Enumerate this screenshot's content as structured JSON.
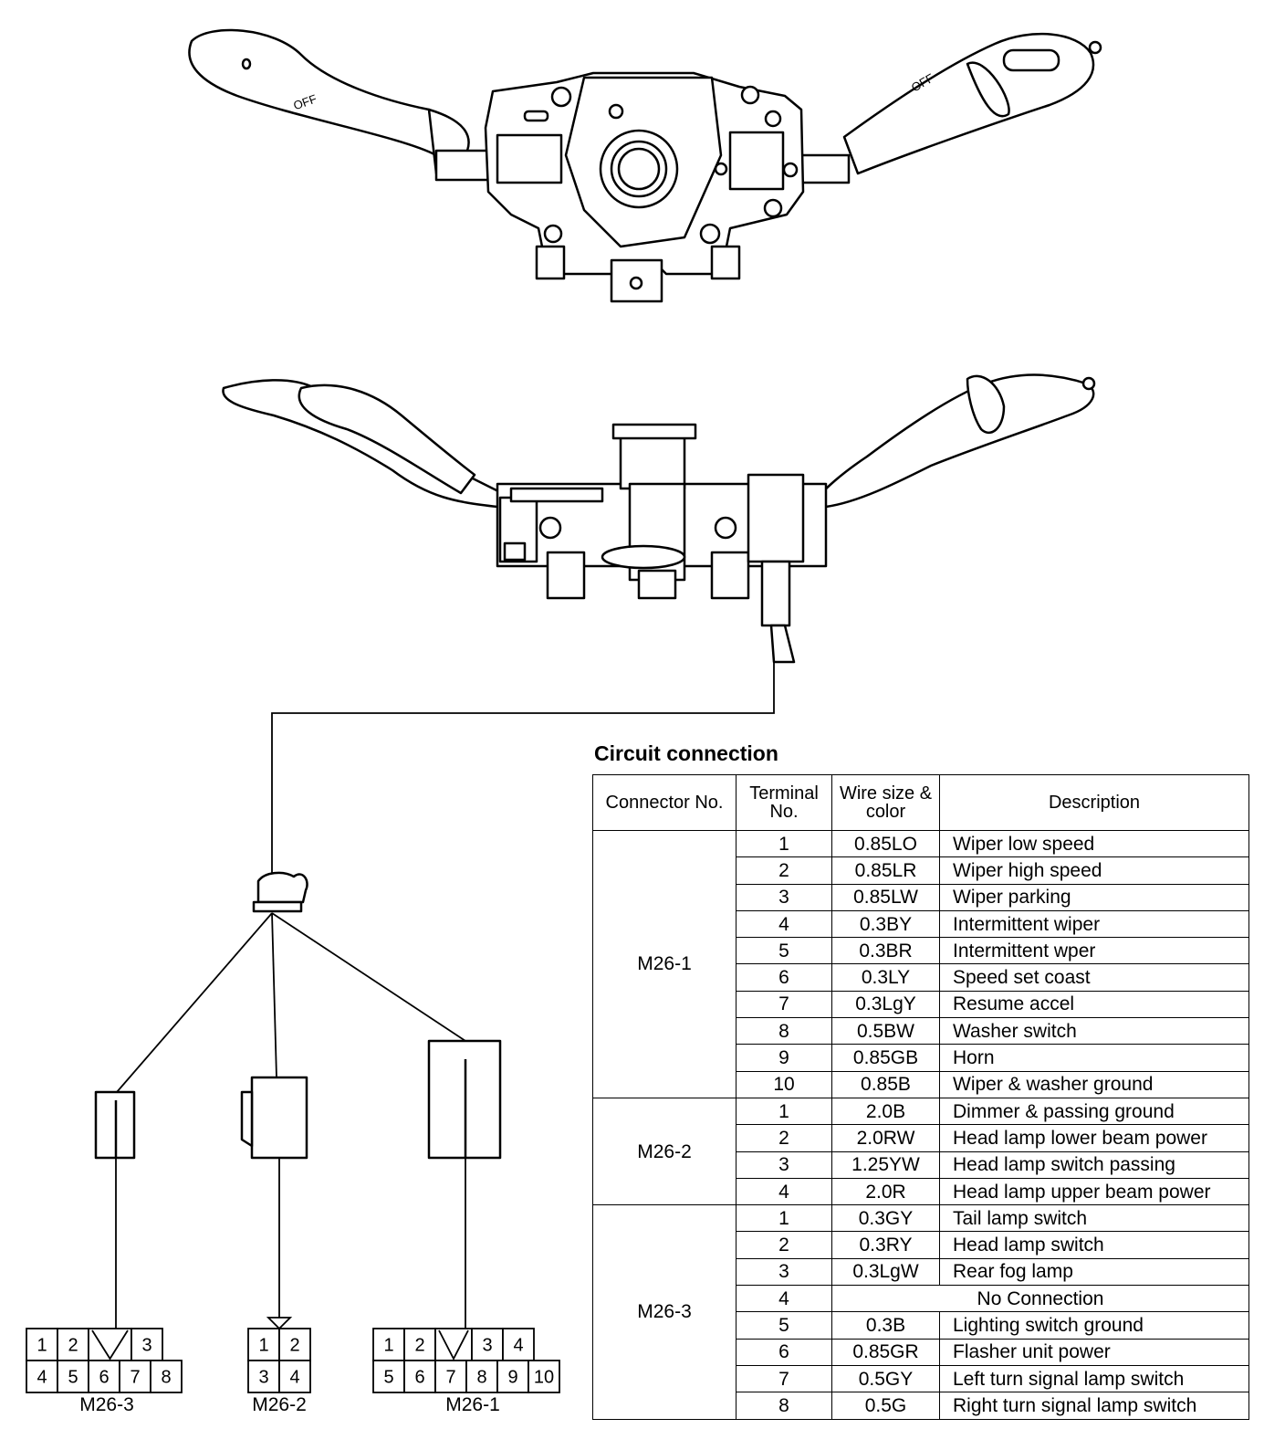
{
  "circuit": {
    "title": "Circuit connection",
    "headers": {
      "connector": "Connector No.",
      "terminal": "Terminal No.",
      "wire": "Wire size & color",
      "description": "Description"
    },
    "groups": [
      {
        "connector": "M26-1",
        "rows": [
          {
            "terminal": "1",
            "wire": "0.85LO",
            "description": "Wiper low speed"
          },
          {
            "terminal": "2",
            "wire": "0.85LR",
            "description": "Wiper high speed"
          },
          {
            "terminal": "3",
            "wire": "0.85LW",
            "description": "Wiper parking"
          },
          {
            "terminal": "4",
            "wire": "0.3BY",
            "description": "Intermittent wiper"
          },
          {
            "terminal": "5",
            "wire": "0.3BR",
            "description": "Intermittent wper"
          },
          {
            "terminal": "6",
            "wire": "0.3LY",
            "description": "Speed set coast"
          },
          {
            "terminal": "7",
            "wire": "0.3LgY",
            "description": "Resume accel"
          },
          {
            "terminal": "8",
            "wire": "0.5BW",
            "description": "Washer switch"
          },
          {
            "terminal": "9",
            "wire": "0.85GB",
            "description": "Horn"
          },
          {
            "terminal": "10",
            "wire": "0.85B",
            "description": "Wiper & washer ground"
          }
        ]
      },
      {
        "connector": "M26-2",
        "rows": [
          {
            "terminal": "1",
            "wire": "2.0B",
            "description": "Dimmer & passing ground"
          },
          {
            "terminal": "2",
            "wire": "2.0RW",
            "description": "Head lamp lower beam power"
          },
          {
            "terminal": "3",
            "wire": "1.25YW",
            "description": "Head lamp switch passing"
          },
          {
            "terminal": "4",
            "wire": "2.0R",
            "description": "Head lamp upper beam power"
          }
        ]
      },
      {
        "connector": "M26-3",
        "rows": [
          {
            "terminal": "1",
            "wire": "0.3GY",
            "description": "Tail lamp switch"
          },
          {
            "terminal": "2",
            "wire": "0.3RY",
            "description": "Head lamp switch"
          },
          {
            "terminal": "3",
            "wire": "0.3LgW",
            "description": "Rear fog lamp"
          },
          {
            "terminal": "4",
            "wire": "",
            "description": "No Connection",
            "merged": true
          },
          {
            "terminal": "5",
            "wire": "0.3B",
            "description": "Lighting switch ground"
          },
          {
            "terminal": "6",
            "wire": "0.85GR",
            "description": "Flasher unit power"
          },
          {
            "terminal": "7",
            "wire": "0.5GY",
            "description": "Left turn signal lamp switch"
          },
          {
            "terminal": "8",
            "wire": "0.5G",
            "description": "Right turn signal lamp switch"
          }
        ]
      }
    ]
  },
  "pinouts": [
    {
      "label": "M26-3",
      "top": [
        "1",
        "2",
        "3"
      ],
      "bottom": [
        "4",
        "5",
        "6",
        "7",
        "8"
      ]
    },
    {
      "label": "M26-2",
      "top": [
        "1",
        "2"
      ],
      "bottom": [
        "3",
        "4"
      ]
    },
    {
      "label": "M26-1",
      "top": [
        "1",
        "2",
        "3",
        "4"
      ],
      "bottom": [
        "5",
        "6",
        "7",
        "8",
        "9",
        "10"
      ]
    }
  ],
  "switch_labels": {
    "off_left": "OFF",
    "off_right": "OFF"
  }
}
